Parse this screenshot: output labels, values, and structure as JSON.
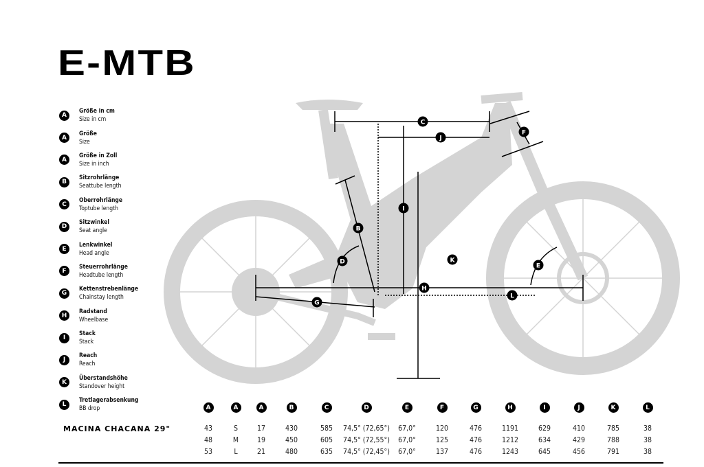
{
  "title": "E-MTB",
  "legend": [
    {
      "key": "A",
      "de": "Größe in cm",
      "en": "Size in cm"
    },
    {
      "key": "A",
      "de": "Größe",
      "en": "Size"
    },
    {
      "key": "A",
      "de": "Größe in Zoll",
      "en": "Size in inch"
    },
    {
      "key": "B",
      "de": "Sitzrohrlänge",
      "en": "Seattube length"
    },
    {
      "key": "C",
      "de": "Oberrohrlänge",
      "en": "Toptube length"
    },
    {
      "key": "D",
      "de": "Sitzwinkel",
      "en": "Seat angle"
    },
    {
      "key": "E",
      "de": "Lenkwinkel",
      "en": "Head angle"
    },
    {
      "key": "F",
      "de": "Steuerrohrlänge",
      "en": "Headtube length"
    },
    {
      "key": "G",
      "de": "Kettenstrebenlänge",
      "en": "Chainstay length"
    },
    {
      "key": "H",
      "de": "Radstand",
      "en": "Wheelbase"
    },
    {
      "key": "I",
      "de": "Stack",
      "en": "Stack"
    },
    {
      "key": "J",
      "de": "Reach",
      "en": "Reach"
    },
    {
      "key": "K",
      "de": "Überstandshöhe",
      "en": "Standover height"
    },
    {
      "key": "L",
      "de": "Tretlagerabsenkung",
      "en": "BB drop"
    }
  ],
  "table": {
    "model": "MACINA CHACANA 29\"",
    "headers": [
      "A",
      "A",
      "A",
      "B",
      "C",
      "D",
      "E",
      "F",
      "G",
      "H",
      "I",
      "J",
      "K",
      "L"
    ],
    "rows": [
      [
        "43",
        "S",
        "17",
        "430",
        "585",
        "74,5° (72,65°)",
        "67,0°",
        "120",
        "476",
        "1191",
        "629",
        "410",
        "785",
        "38"
      ],
      [
        "48",
        "M",
        "19",
        "450",
        "605",
        "74,5° (72,55°)",
        "67,0°",
        "125",
        "476",
        "1212",
        "634",
        "429",
        "788",
        "38"
      ],
      [
        "53",
        "L",
        "21",
        "480",
        "635",
        "74,5° (72,45°)",
        "67,0°",
        "137",
        "476",
        "1243",
        "645",
        "456",
        "791",
        "38"
      ]
    ]
  },
  "diagram_labels": {
    "C": "C",
    "J": "J",
    "I": "I",
    "F": "F",
    "B": "B",
    "D": "D",
    "E": "E",
    "K": "K",
    "H": "H",
    "L": "L",
    "G": "G"
  },
  "colors": {
    "bike": "#d4d4d4",
    "lines": "#000000"
  }
}
